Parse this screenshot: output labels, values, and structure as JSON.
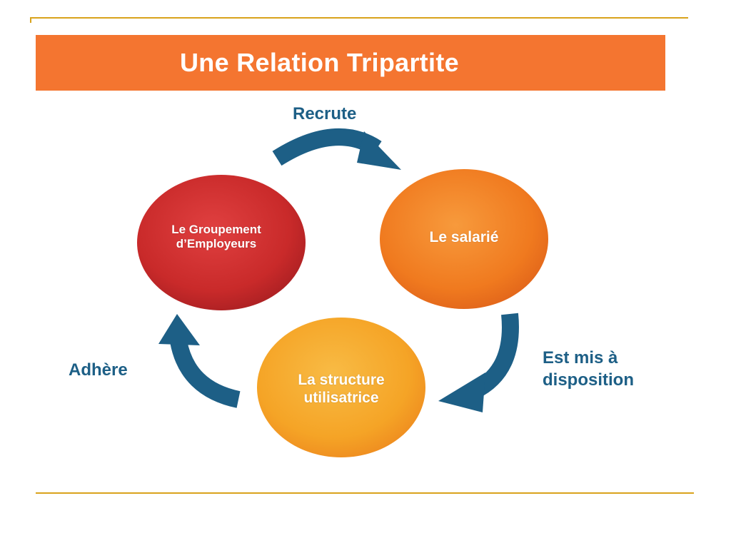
{
  "title": "Une Relation Tripartite",
  "nodes": {
    "groupement": {
      "line1": "Le Groupement",
      "line2": "d’Employeurs"
    },
    "salarie": {
      "label": "Le salarié"
    },
    "structure": {
      "line1": "La structure",
      "line2": "utilisatrice"
    }
  },
  "edges": {
    "recrute": "Recrute",
    "mise_a_disposition": {
      "line1": "Est mis à",
      "line2": "disposition"
    },
    "adhere": "Adhère"
  },
  "colors": {
    "banner": "#f47530",
    "rule": "#d9a31c",
    "arrow": "#1d5f86",
    "edge_text": "#1d5f86",
    "groupement": "#c92a2a",
    "salarie": "#f07a1f",
    "structure": "#f5a426"
  }
}
